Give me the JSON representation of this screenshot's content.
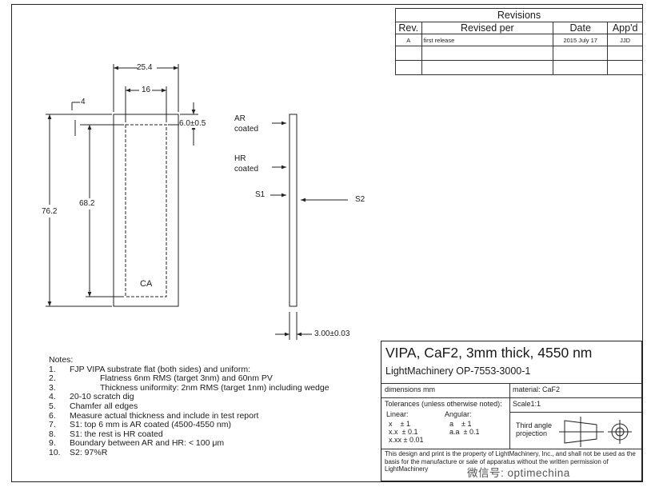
{
  "revisions": {
    "title": "Revisions",
    "headers": [
      "Rev.",
      "Revised per",
      "Date",
      "App'd"
    ],
    "rows": [
      [
        "A",
        "first release",
        "2015 July 17",
        "JJD"
      ],
      [
        "",
        "",
        "",
        ""
      ],
      [
        "",
        "",
        "",
        ""
      ]
    ]
  },
  "drawing": {
    "dim_width": "25.4",
    "dim_inner_width": "16",
    "dim_4": "4",
    "dim_top": "6.0±0.5",
    "dim_height": "76.2",
    "dim_inner_height": "68.2",
    "label_ca": "CA",
    "side_ar": "AR",
    "side_ar2": "coated",
    "side_hr": "HR",
    "side_hr2": "coated",
    "side_s1": "S1",
    "side_s2": "S2",
    "dim_thickness": "3.00±0.03"
  },
  "notes": {
    "heading": "Notes:",
    "items": [
      {
        "num": "1.",
        "text": "FJP VIPA substrate flat (both sides) and uniform:"
      },
      {
        "num": "2.",
        "text": "Flatness 6nm RMS (target 3nm) and 60nm PV",
        "indent": true
      },
      {
        "num": "3.",
        "text": "Thickness uniformity: 2nm RMS (target 1nm) including wedge",
        "indent": true
      },
      {
        "num": "4.",
        "text": "20-10 scratch dig"
      },
      {
        "num": "5.",
        "text": "Chamfer all edges"
      },
      {
        "num": "6.",
        "text": "Measure actual thickness and include in test report"
      },
      {
        "num": "7.",
        "text": "S1: top 6 mm is AR coated (4500-4550 nm)"
      },
      {
        "num": "8.",
        "text": "S1: the rest is HR coated"
      },
      {
        "num": "9.",
        "text": "Boundary between AR and HR: < 100 μm"
      },
      {
        "num": "10.",
        "text": "S2: 97%R"
      }
    ]
  },
  "title_block": {
    "title": "VIPA, CaF2, 3mm thick, 4550 nm",
    "part": "LightMachinery OP-7553-3000-1",
    "dimensions": "dimensions mm",
    "material": "material: CaF2",
    "tolerances": "Tolerances (unless otherwise noted):",
    "scale": "Scale1:1",
    "linear": "Linear:",
    "angular": "Angular:",
    "tol_x": "x    ± 1",
    "tol_xx": "x.x  ± 0.1",
    "tol_xxx": "x.xx ± 0.01",
    "tol_a": "a    ± 1",
    "tol_aa": "a.a  ± 0.1",
    "projection_1": "Third angle",
    "projection_2": "projection",
    "notice": "This design and print is the property of LightMachinery, Inc., and shall not be used as the basis for the manufacture or sale of apparatus without the written permission of LightMachinery"
  },
  "watermark": "微信号: optimechina"
}
